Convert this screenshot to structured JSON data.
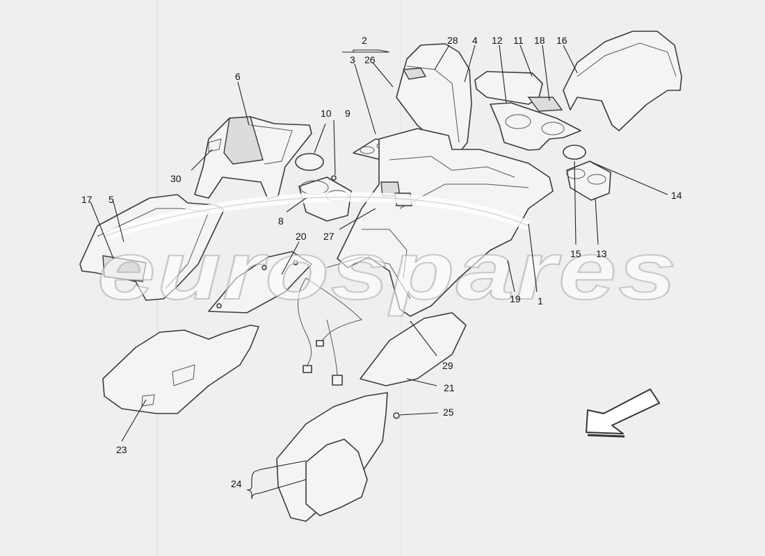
{
  "diagram": {
    "labels": [
      "1",
      "2",
      "3",
      "4",
      "5",
      "6",
      "8",
      "9",
      "10",
      "11",
      "12",
      "13",
      "14",
      "15",
      "16",
      "17",
      "18",
      "19",
      "20",
      "21",
      "23",
      "24",
      "25",
      "26",
      "27",
      "28",
      "29",
      "30"
    ]
  },
  "watermark": {
    "text": "eurospares",
    "style": "watermark",
    "note": "logo lettering, rendered as graphic"
  },
  "colors": {
    "background": "#efefef",
    "line": "#3a3a3a",
    "text": "#111111"
  }
}
